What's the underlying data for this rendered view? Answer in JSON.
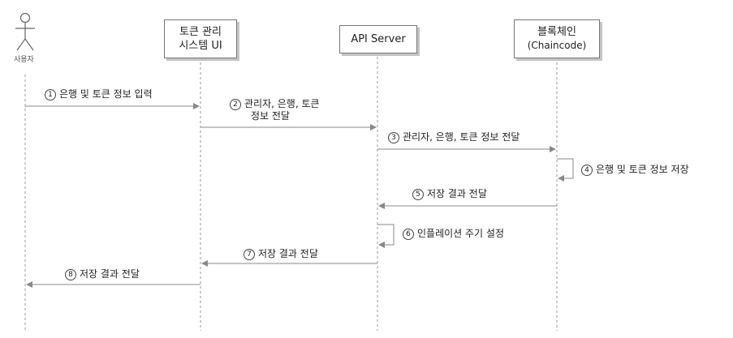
{
  "actor": {
    "label": "사용자",
    "icon": "stick-figure-icon"
  },
  "participants": {
    "token_ui": {
      "line1": "토큰 관리",
      "line2": "시스템 UI"
    },
    "api": {
      "line1": "API Server"
    },
    "chain": {
      "line1": "블록체인",
      "line2": "(Chaincode)"
    }
  },
  "messages": [
    {
      "num": "1",
      "text": "은행 및 토큰 정보 입력",
      "from": "actor",
      "to": "token_ui"
    },
    {
      "num": "2",
      "text": "관리자, 은행, 토큰",
      "text2": "정보 전달",
      "from": "token_ui",
      "to": "api"
    },
    {
      "num": "3",
      "text": "관리자, 은행, 토큰 정보 전달",
      "from": "api",
      "to": "chain"
    },
    {
      "num": "4",
      "text": "은행 및 토큰 정보 저장",
      "from": "chain",
      "to": "chain"
    },
    {
      "num": "5",
      "text": "저장 결과 전달",
      "from": "chain",
      "to": "api"
    },
    {
      "num": "6",
      "text": "인플레이션 주기 설정",
      "from": "api",
      "to": "api"
    },
    {
      "num": "7",
      "text": "저장 결과 전달",
      "from": "api",
      "to": "token_ui"
    },
    {
      "num": "8",
      "text": "저장 결과 전달",
      "from": "token_ui",
      "to": "actor"
    }
  ],
  "colors": {
    "line": "#8a8a8a",
    "lifeline": "#9a9a9a",
    "box_border": "#777777",
    "shadow": "#c4c4c4"
  }
}
